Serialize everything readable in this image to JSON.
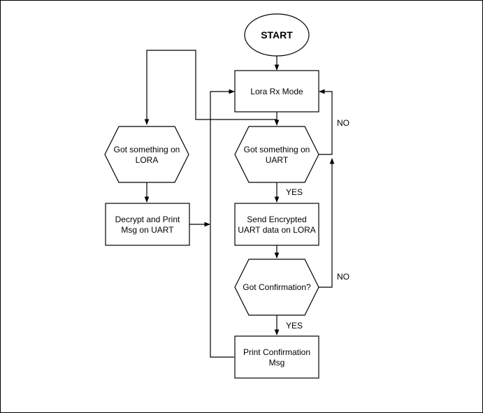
{
  "nodes": {
    "start": {
      "label": "START"
    },
    "lora_rx": {
      "label": "Lora Rx Mode"
    },
    "got_uart": {
      "line1": "Got something on",
      "line2": "UART"
    },
    "send_encrypted": {
      "line1": "Send Encrypted",
      "line2": "UART data on LORA"
    },
    "got_confirmation": {
      "label": "Got Confirmation?"
    },
    "print_confirmation": {
      "line1": "Print Confirmation",
      "line2": "Msg"
    },
    "got_lora": {
      "line1": "Got something on",
      "line2": "LORA"
    },
    "decrypt_print": {
      "line1": "Decrypt and Print",
      "line2": "Msg on UART"
    }
  },
  "edges": {
    "uart_no": "NO",
    "uart_yes": "YES",
    "confirm_no": "NO",
    "confirm_yes": "YES"
  },
  "colors": {
    "stroke": "#000000",
    "fill": "#ffffff",
    "text": "#000000"
  }
}
